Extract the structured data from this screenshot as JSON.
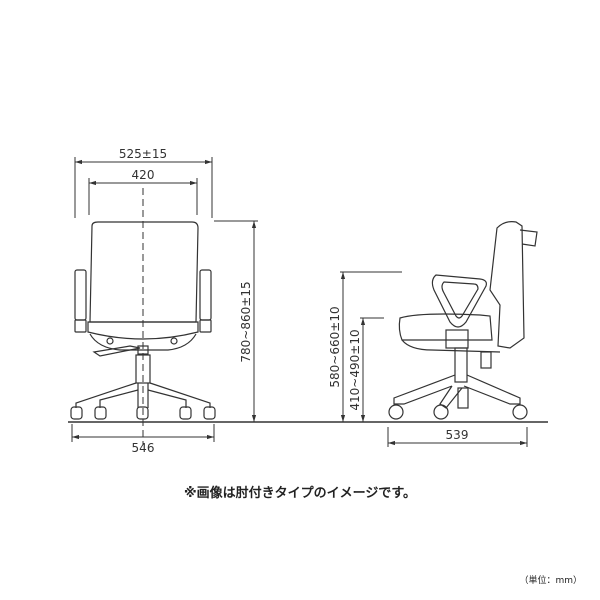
{
  "front_view": {
    "overall_width": "525±15",
    "seat_width": "420",
    "height": "780~860±15",
    "base_width": "546"
  },
  "side_view": {
    "arm_height": "580~660±10",
    "seat_height": "410~490±10",
    "depth": "539"
  },
  "note": "※画像は肘付きタイプのイメージです。",
  "unit": "（単位：mm）"
}
